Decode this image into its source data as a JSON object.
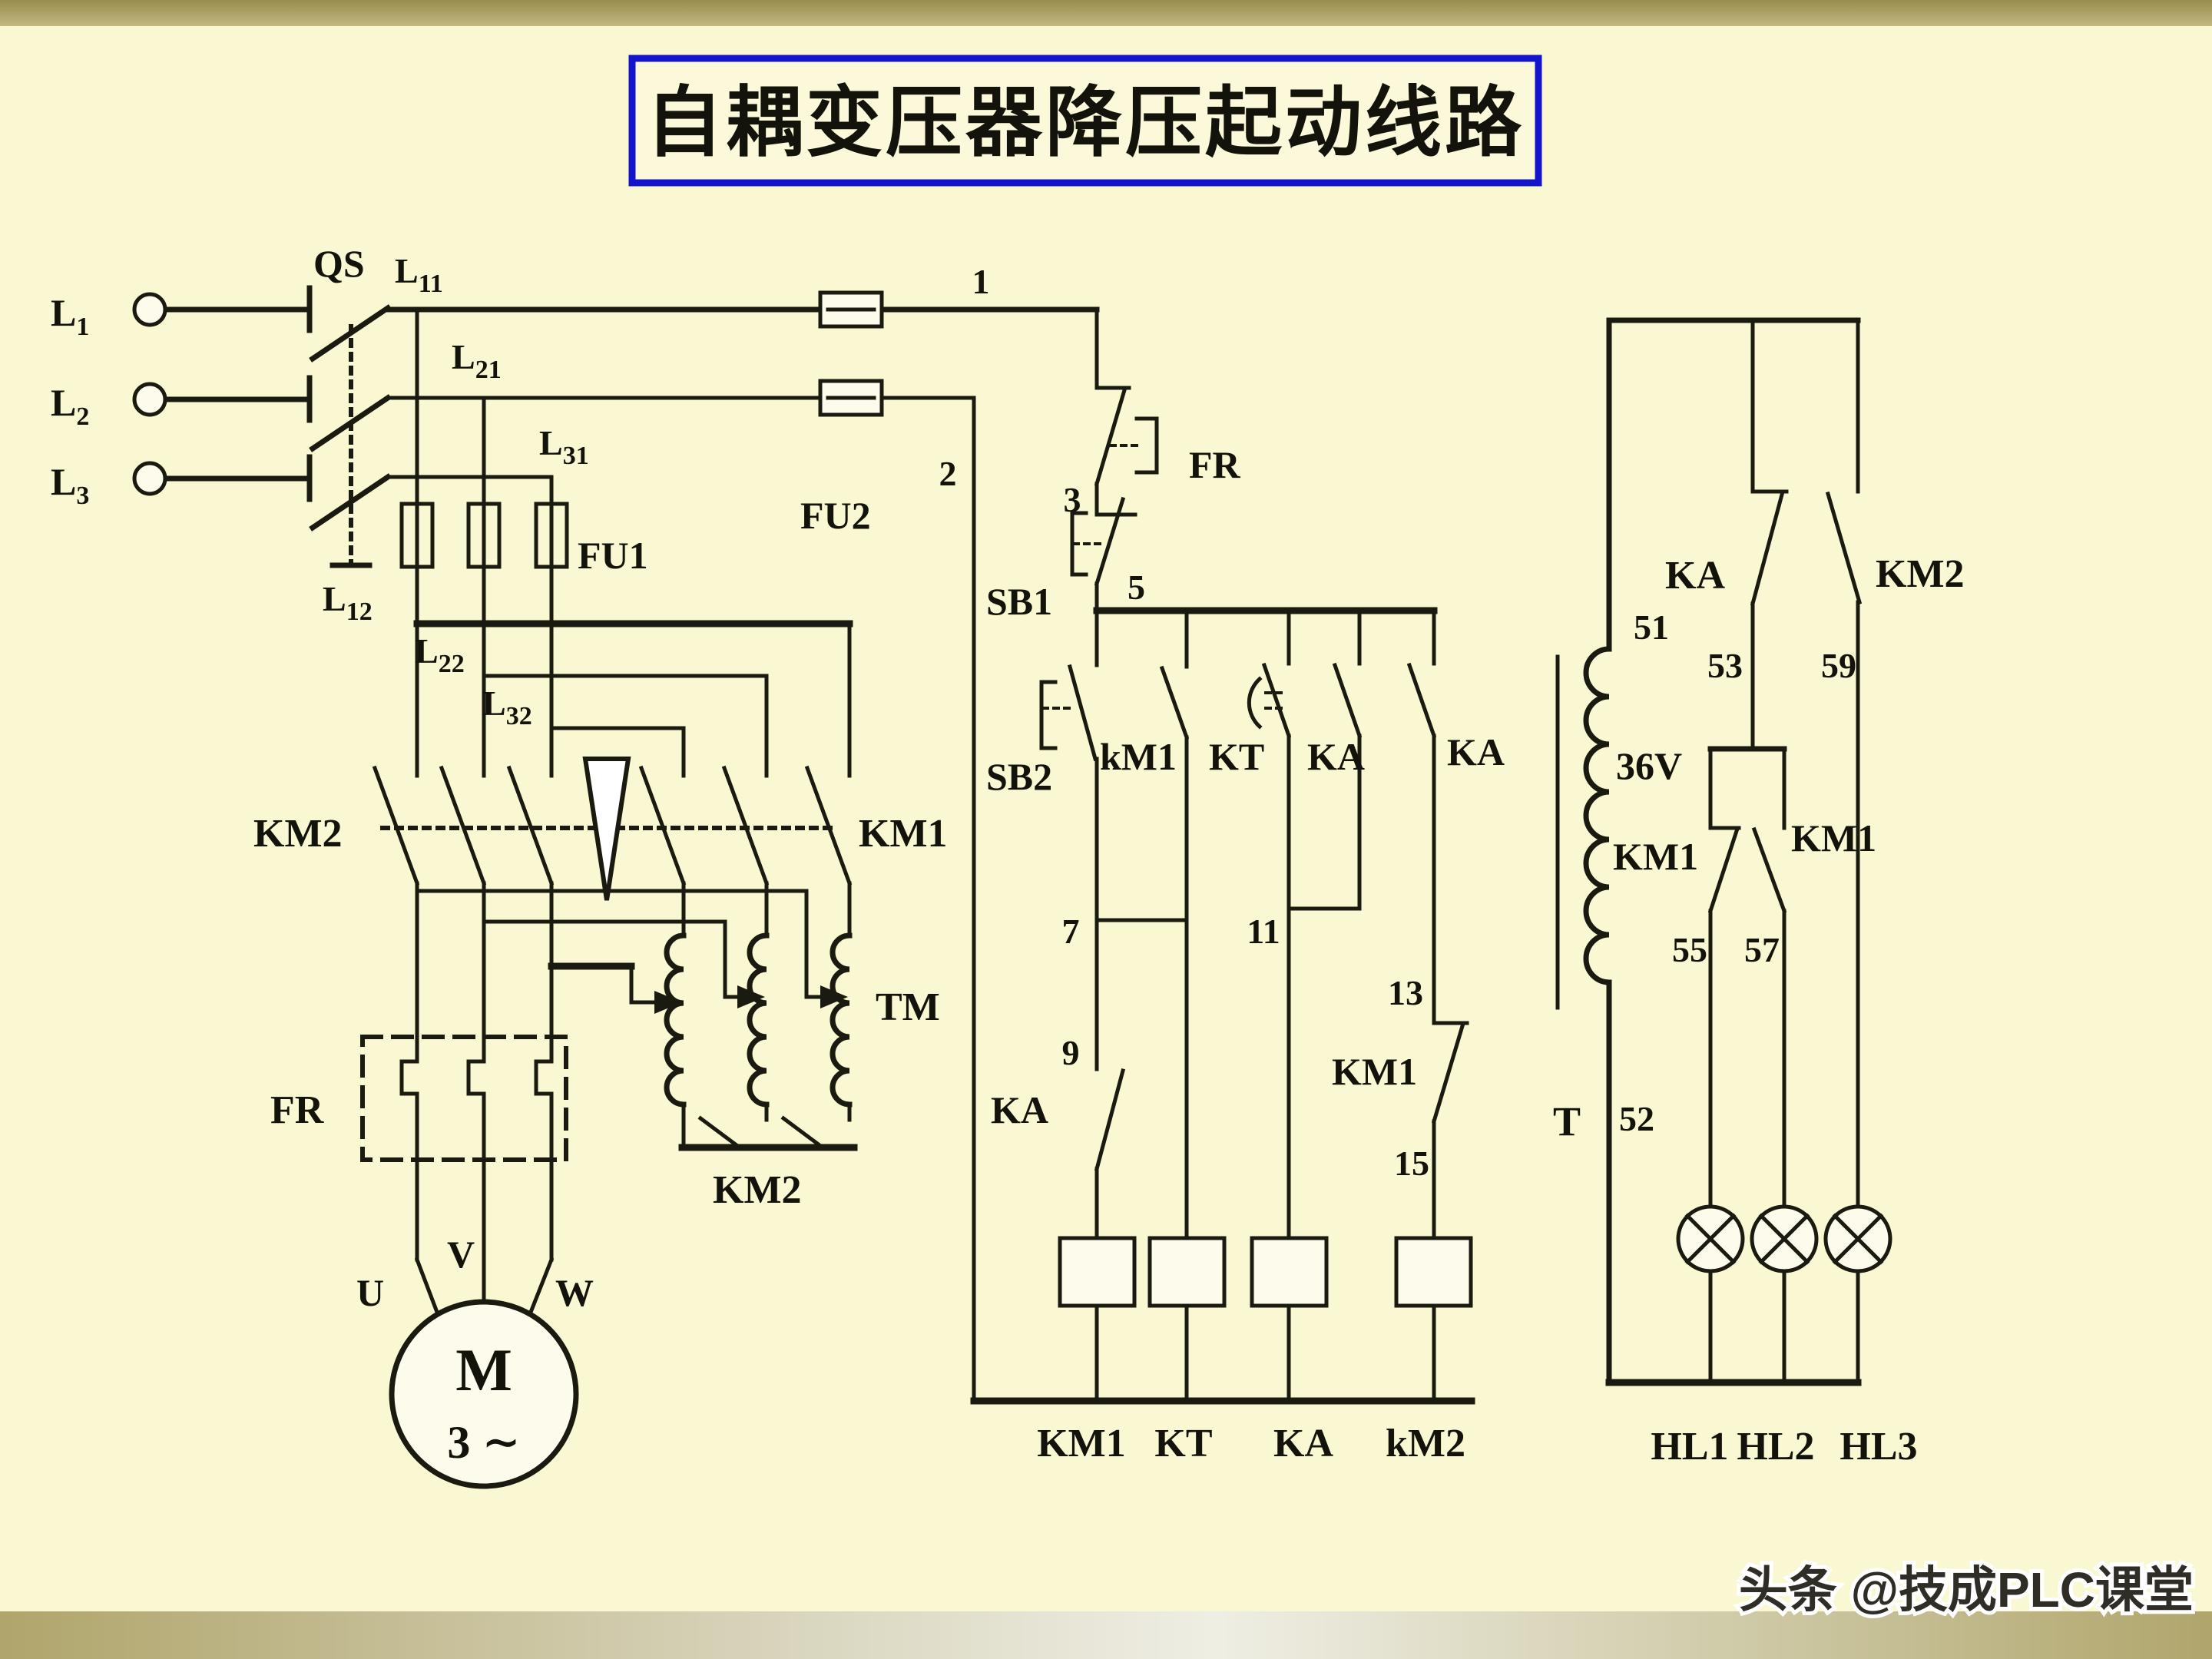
{
  "title": {
    "text": "自耦变压器降压起动线路",
    "color": "#c01311",
    "border_color": "#1414cc"
  },
  "watermark": {
    "text": "头条 @技成PLC课堂"
  },
  "colors": {
    "background": "#faf8d2",
    "line": "#1b1a10",
    "band": "#b0a567"
  },
  "power": {
    "terminals": [
      {
        "base": "L",
        "sub": "1"
      },
      {
        "base": "L",
        "sub": "2"
      },
      {
        "base": "L",
        "sub": "3"
      }
    ],
    "switch": "QS",
    "wires": {
      "l11": {
        "base": "L",
        "sub": "11"
      },
      "l21": {
        "base": "L",
        "sub": "21"
      },
      "l31": {
        "base": "L",
        "sub": "31"
      },
      "l12": {
        "base": "L",
        "sub": "12"
      },
      "l22": {
        "base": "L",
        "sub": "22"
      },
      "l32": {
        "base": "L",
        "sub": "32"
      }
    },
    "fuses": {
      "fu1": "FU1",
      "fu2": "FU2"
    },
    "contactors": {
      "km2_main": "KM2",
      "km1_main": "KM1",
      "km2_star": "KM2"
    },
    "autotransformer": "TM",
    "thermal_relay": "FR",
    "motor": {
      "symbol": "M",
      "type": "3 ∼",
      "terminals": [
        "U",
        "V",
        "W"
      ]
    }
  },
  "control": {
    "nodes": {
      "n1": "1",
      "n2": "2",
      "n3": "3",
      "n5": "5",
      "n7": "7",
      "n9": "9",
      "n11": "11",
      "n13": "13",
      "n15": "15"
    },
    "contacts": {
      "fr": "FR",
      "sb1": "SB1",
      "sb2": "SB2",
      "km1_aux": "kM1",
      "kt": "KT",
      "ka_mid": "KA",
      "ka_right": "KA",
      "ka_low": "KA",
      "km1_nc": "KM1"
    },
    "coils": {
      "km1": "KM1",
      "kt": "KT",
      "ka": "KA",
      "km2": "kM2"
    }
  },
  "indicator": {
    "nodes": {
      "n51": "51",
      "n52": "52",
      "n53": "53",
      "n55": "55",
      "n57": "57",
      "n59": "59"
    },
    "contacts": {
      "ka_nc": "KA",
      "km2_no": "KM2",
      "km1_nc": "KM1",
      "km1_no": "KM1"
    },
    "transformer": {
      "label": "T",
      "voltage": "36V"
    },
    "lamps": [
      "HL1",
      "HL2",
      "HL3"
    ]
  }
}
